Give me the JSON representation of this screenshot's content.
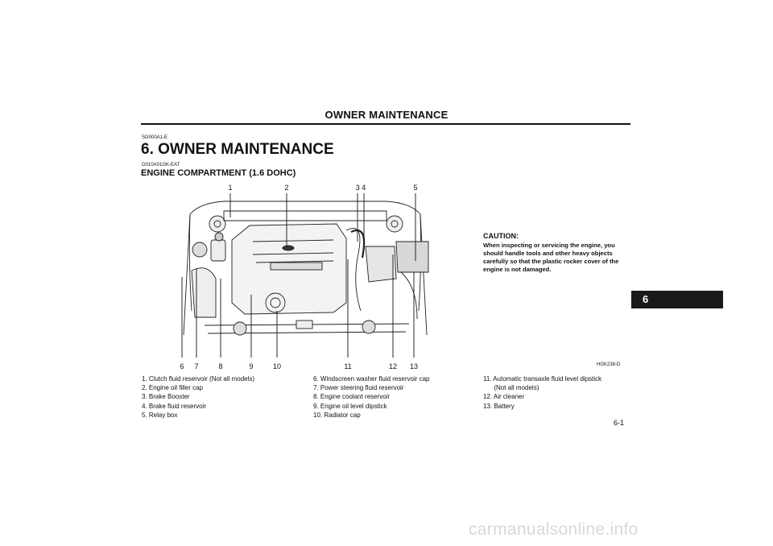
{
  "header": {
    "title": "OWNER MAINTENANCE"
  },
  "section": {
    "code": "SG000A1-E",
    "title": "6. OWNER MAINTENANCE",
    "subcode": "G010A01GK-EAT",
    "subtitle": "ENGINE COMPARTMENT (1.6 DOHC)"
  },
  "diagram": {
    "top_labels": [
      "1",
      "2",
      "3 4",
      "5"
    ],
    "bottom_labels": [
      "6",
      "7",
      "8",
      "9",
      "10",
      "11",
      "12",
      "13"
    ],
    "code": "HGK238-D"
  },
  "caution": {
    "title": "CAUTION:",
    "body": "When inspecting or servicing the engine, you should handle tools and other heavy objects carefully so that the plastic rocker cover of the engine is not damaged."
  },
  "legend": {
    "col1": [
      "1.  Clutch fluid reservoir (Not all models)",
      "2.  Engine oil filler cap",
      "3.  Brake Booster",
      "4.  Brake fluid reservoir",
      "5.  Relay box"
    ],
    "col2": [
      "6.  Windscreen washer fluid reservoir cap",
      "7.  Power steering fluid reservoir",
      "8.  Engine coolant reservoir",
      "9.  Engine oil level dipstick",
      "10.  Radiator cap"
    ],
    "col3": [
      "11.  Automatic transaxle fluid level dipstick",
      "      (Not all models)",
      "12.  Air cleaner",
      "13.  Battery"
    ]
  },
  "side_tab": {
    "label": "6",
    "color": "#1a1a1a"
  },
  "footer": {
    "page_number": "6-1",
    "watermark": "carmanualsonline.info"
  }
}
